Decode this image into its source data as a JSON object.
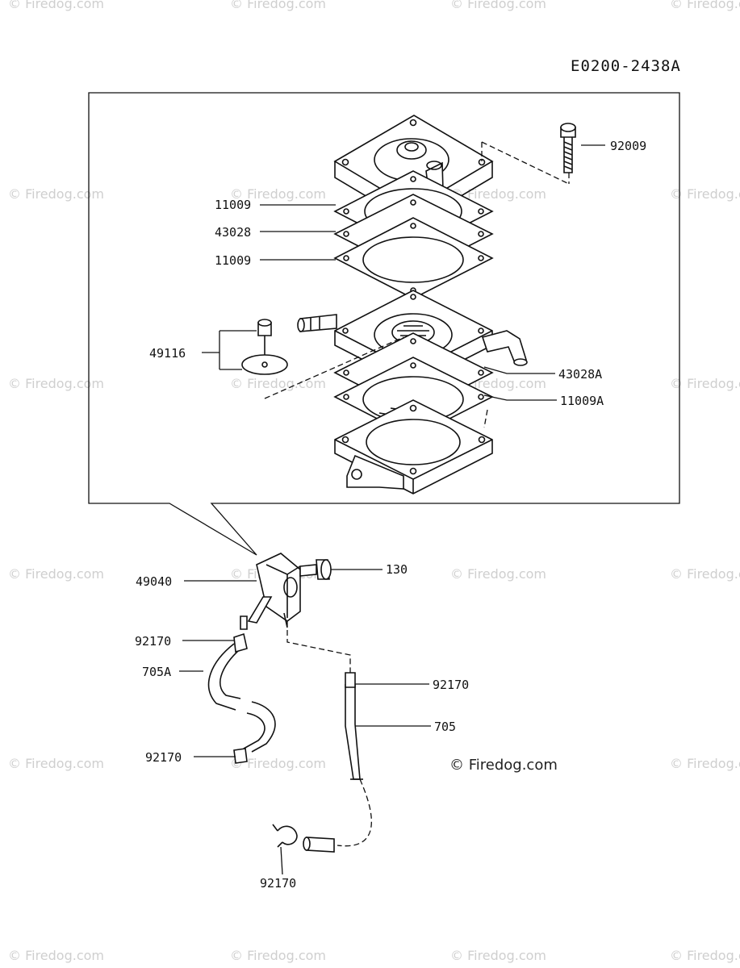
{
  "diagram_code": "E0200-2438A",
  "watermark_text": "© Firedog.com",
  "credit": "© Firedog.com",
  "callouts": {
    "p92009": "92009",
    "p11009_top": "11009",
    "p43028": "43028",
    "p11009_mid": "11009",
    "p49116": "49116",
    "p43028A": "43028A",
    "p11009A": "11009A",
    "p130": "130",
    "p49040": "49040",
    "p92170_a": "92170",
    "p705A": "705A",
    "p92170_b": "92170",
    "p705": "705",
    "p92170_c": "92170",
    "p92170_d": "92170"
  }
}
